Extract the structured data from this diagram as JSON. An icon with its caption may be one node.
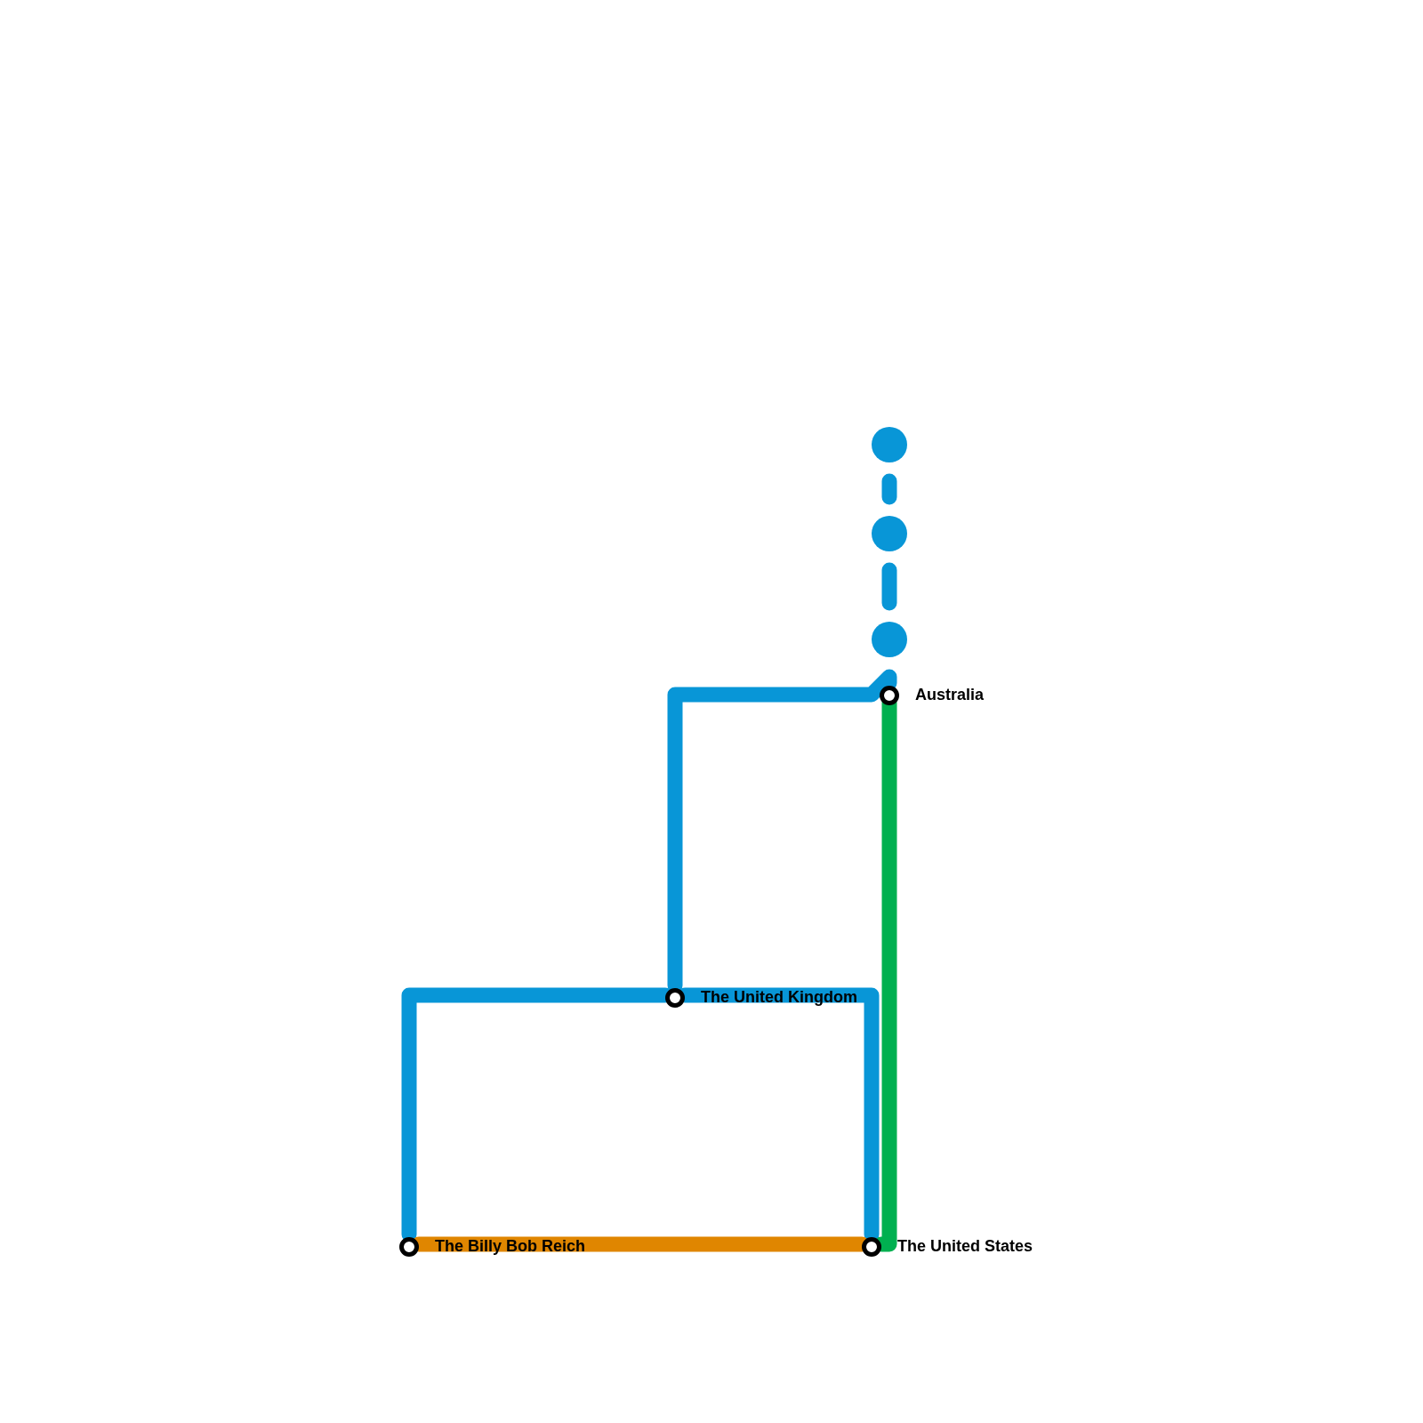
{
  "diagram": {
    "nodes": [
      {
        "text": [],
        "shape": "circle"
      },
      {
        "text": [],
        "shape": "circle"
      },
      {
        "text": [],
        "shape": "circle"
      },
      {
        "text": [
          "Australia"
        ]
      },
      {
        "text": [
          "The United Kingdom"
        ]
      },
      {
        "text": [
          "The Billy Bob Reich"
        ]
      },
      {
        "text": [
          "The United States"
        ]
      }
    ],
    "edges": [
      {
        "from": 5,
        "to": 4,
        "arrow": "none"
      },
      {
        "from": 4,
        "to": 6,
        "arrow": "none"
      },
      {
        "from": 4,
        "to": 3,
        "arrow": "none"
      },
      {
        "from": 3,
        "to": 6,
        "arrow": "none",
        "color": "#00b050"
      },
      {
        "from": 5,
        "to": 6,
        "arrow": "none",
        "color": "#e08600"
      },
      {
        "from": 0,
        "to": 1,
        "arrow": "none",
        "style": "dashed"
      },
      {
        "from": 1,
        "to": 2,
        "arrow": "none",
        "style": "dashed"
      }
    ]
  }
}
